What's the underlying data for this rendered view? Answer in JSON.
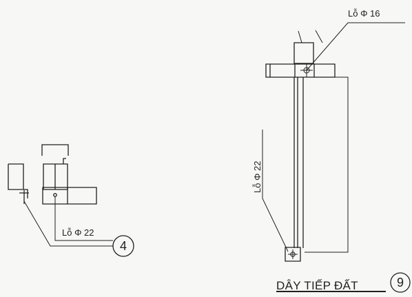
{
  "left_detail": {
    "hole_label": "Lỗ Φ 22",
    "callout_number": "4"
  },
  "right_detail": {
    "top_hole_label": "Lỗ Φ 16",
    "side_hole_label": "Lỗ Φ 22",
    "title": "DÂY TIẾP ĐẤT",
    "callout_number": "9"
  }
}
